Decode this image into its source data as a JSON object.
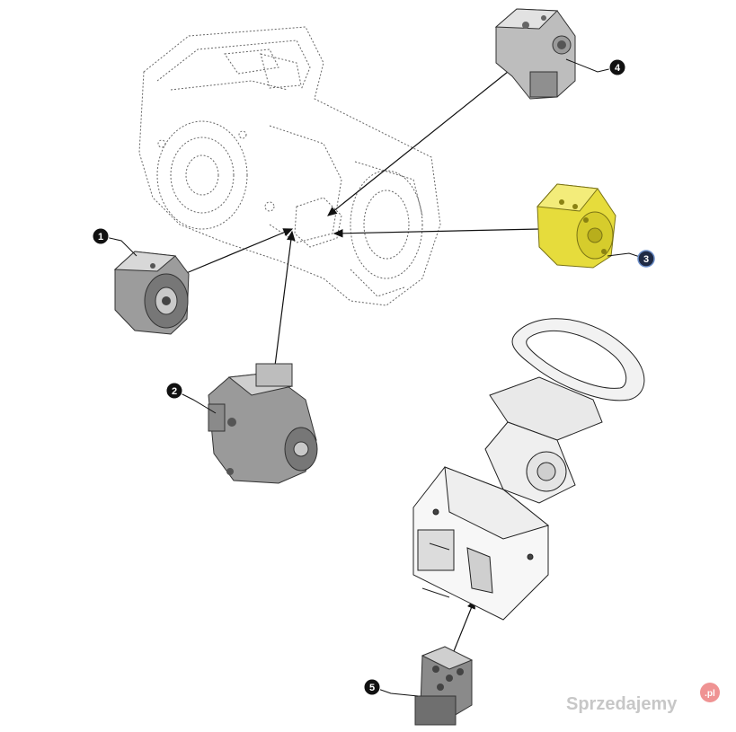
{
  "diagram": {
    "callouts": [
      {
        "id": "1",
        "label": "1",
        "part": "hydraulic-gear-pump-small"
      },
      {
        "id": "2",
        "label": "2",
        "part": "axial-piston-pump"
      },
      {
        "id": "3",
        "label": "3",
        "part": "hydraulic-gear-pump-highlighted",
        "highlighted": true
      },
      {
        "id": "4",
        "label": "4",
        "part": "hydraulic-gear-pump-upper"
      },
      {
        "id": "5",
        "label": "5",
        "part": "steering-unit-orbitrol"
      }
    ],
    "colors": {
      "highlight": "#e6dc3c",
      "part_gray": "#8f8f8f",
      "outline": "#333333",
      "phantom": "#666666",
      "callout_fill": "#111111",
      "callout_active": "#1f2a44"
    }
  },
  "watermark": {
    "text": "Sprzedajemy",
    "badge": ".pl"
  }
}
